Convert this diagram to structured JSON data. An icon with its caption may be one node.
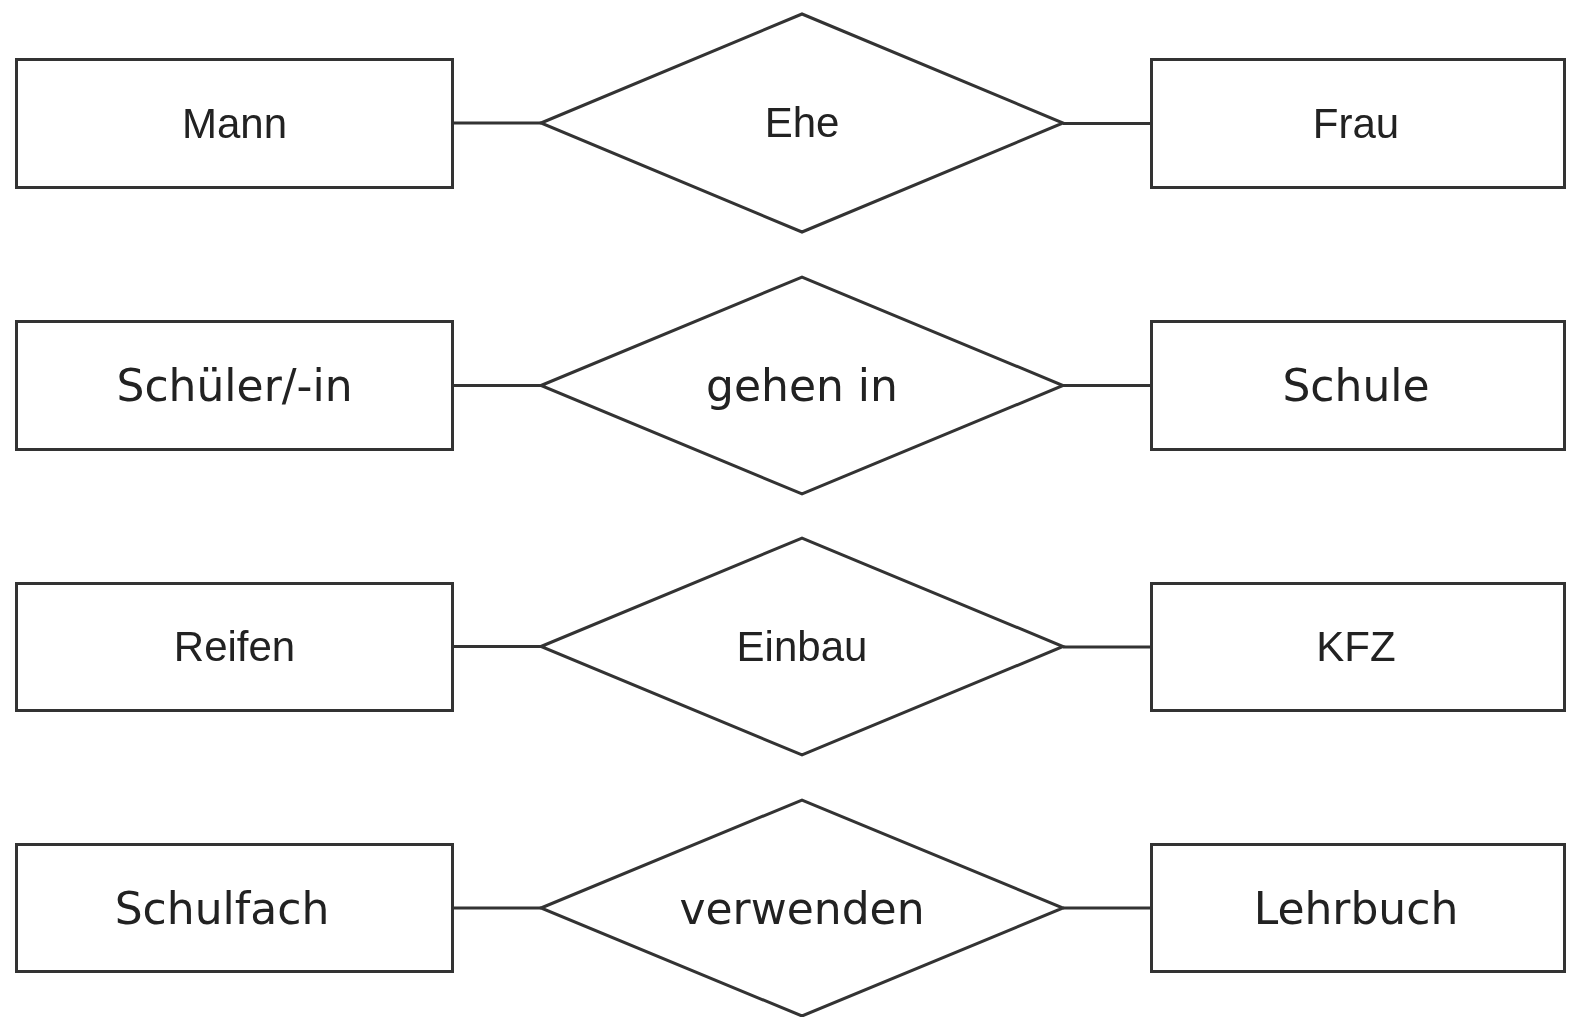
{
  "diagram": {
    "nodes": [
      {
        "text": [
          "Mann"
        ]
      },
      {
        "text": [
          "Ehe"
        ]
      },
      {
        "text": [
          "Frau"
        ]
      },
      {
        "text": [
          "Schüler/-in"
        ]
      },
      {
        "text": [
          "gehen in"
        ]
      },
      {
        "text": [
          "Schule"
        ]
      },
      {
        "text": [
          "Reifen"
        ]
      },
      {
        "text": [
          "Einbau"
        ]
      },
      {
        "text": [
          "KFZ"
        ]
      },
      {
        "text": [
          "Schulfach"
        ]
      },
      {
        "text": [
          "verwenden"
        ]
      },
      {
        "text": [
          "Lehrbuch"
        ]
      }
    ],
    "edges": [
      {
        "from": 0,
        "to": 1,
        "arrow": "none"
      },
      {
        "from": 1,
        "to": 2,
        "arrow": "none"
      },
      {
        "from": 3,
        "to": 4,
        "arrow": "none"
      },
      {
        "from": 4,
        "to": 5,
        "arrow": "none"
      },
      {
        "from": 6,
        "to": 7,
        "arrow": "none"
      },
      {
        "from": 7,
        "to": 8,
        "arrow": "none"
      },
      {
        "from": 9,
        "to": 10,
        "arrow": "none"
      },
      {
        "from": 10,
        "to": 11,
        "arrow": "none"
      }
    ]
  }
}
